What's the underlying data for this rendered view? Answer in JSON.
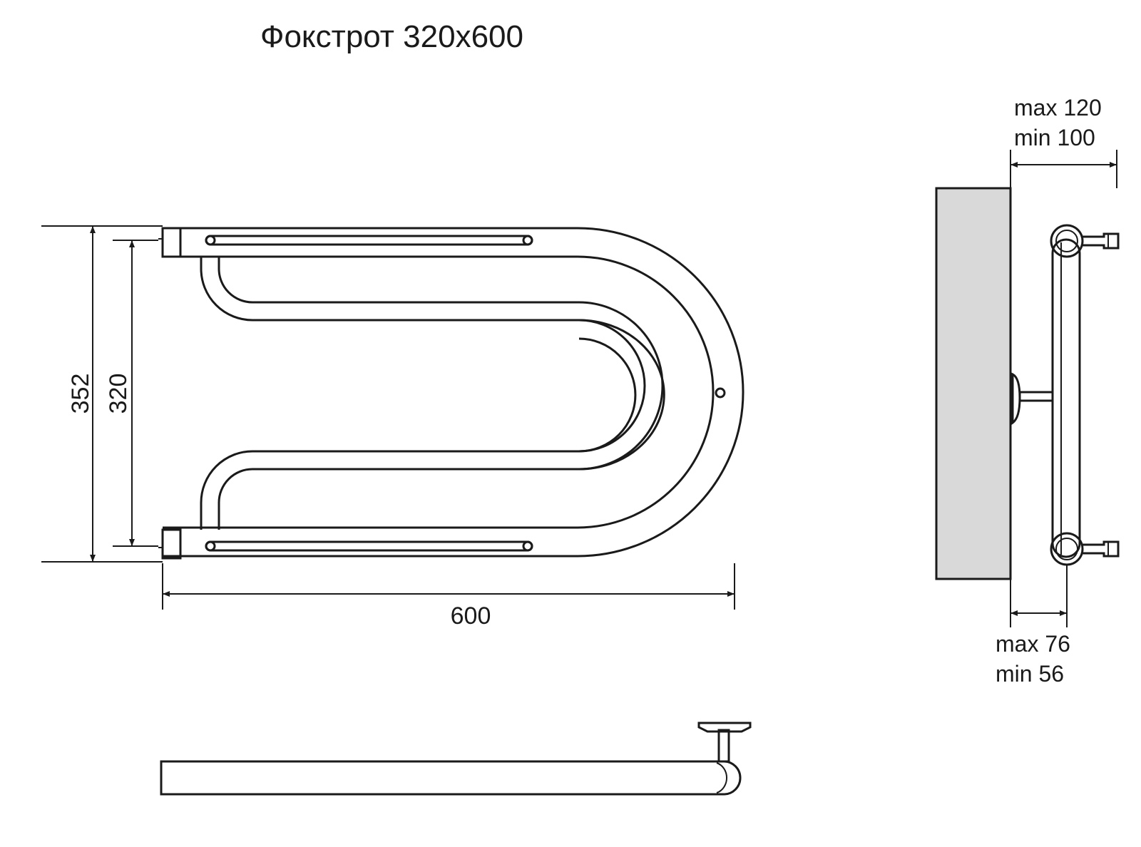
{
  "title": "Фокстрот 320х600",
  "dimensions": {
    "overall_height": "352",
    "center_distance": "320",
    "width": "600",
    "wall_distance_max": "max 120",
    "wall_distance_min": "min 100",
    "pipe_offset_max": "max 76",
    "pipe_offset_min": "min 56"
  },
  "colors": {
    "line": "#1a1a1a",
    "wall_fill": "#d9d9d9"
  }
}
